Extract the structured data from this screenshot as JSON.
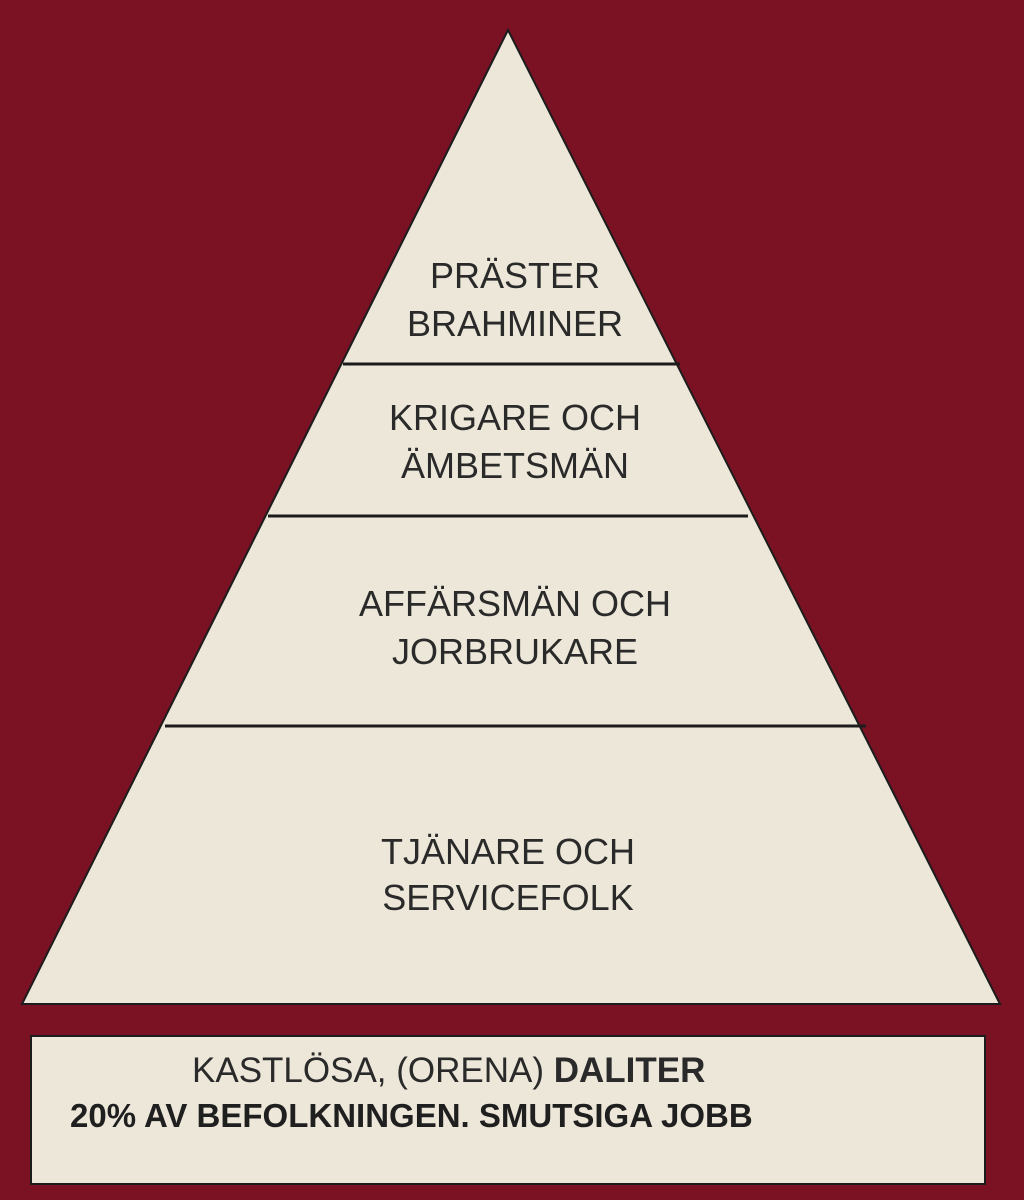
{
  "colors": {
    "background": "#7a1224",
    "pyramid_fill": "#ece7d8",
    "line": "#1c1c1c",
    "text": "#2a2a2a"
  },
  "pyramid": {
    "tiers": [
      {
        "line1": "PRÄSTER",
        "line2": "BRAHMINER"
      },
      {
        "line1": "KRIGARE OCH",
        "line2": "ÄMBETSMÄN"
      },
      {
        "line1": "AFFÄRSMÄN OCH",
        "line2": "JORBRUKARE"
      },
      {
        "line1": "TJÄNARE OCH",
        "line2": "SERVICEFOLK"
      }
    ]
  },
  "base": {
    "line1_normal": "KASTLÖSA, (ORENA) ",
    "line1_bold": "DALITER",
    "line2": "20% AV BEFOLKNINGEN. SMUTSIGA JOBB"
  }
}
